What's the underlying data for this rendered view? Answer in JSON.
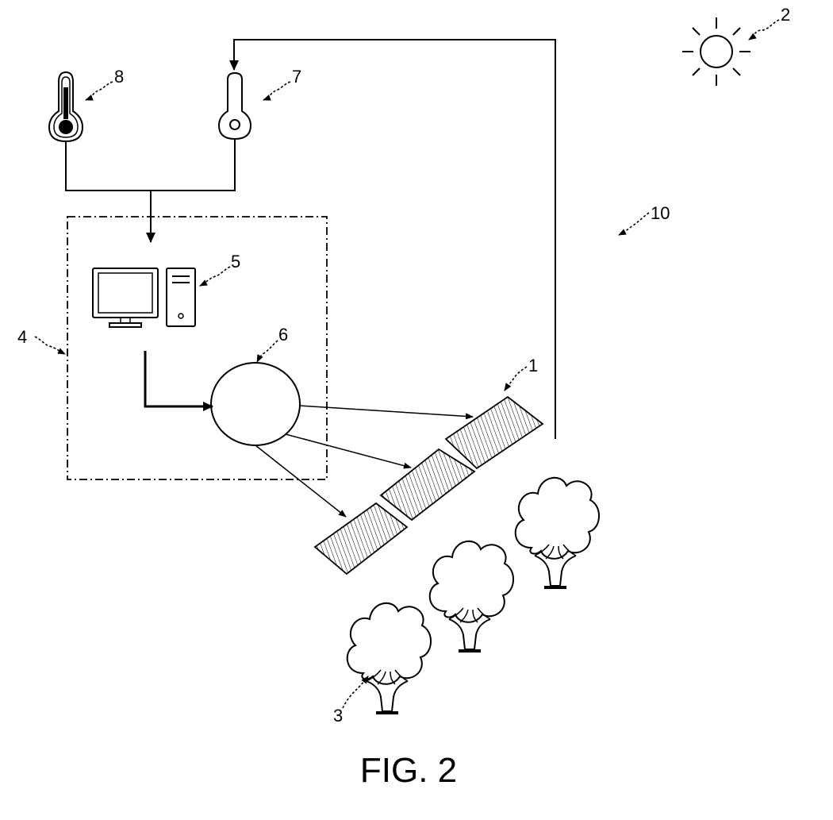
{
  "figure": {
    "caption": "FIG. 2",
    "labels": {
      "ref_1": "1",
      "ref_2": "2",
      "ref_3": "3",
      "ref_4": "4",
      "ref_5": "5",
      "ref_6": "6",
      "ref_7": "7",
      "ref_8": "8",
      "ref_10": "10"
    }
  },
  "icons": {
    "sun": "sun-icon",
    "thermometer_8": "thermometer-icon",
    "thermometer_7": "thermometer-icon",
    "monitor": "monitor-icon",
    "computer_tower": "computer-tower-icon",
    "controller": "ellipse-node",
    "solar_panels": "solar-panel-icon",
    "plants": "tree-icon"
  },
  "colors": {
    "ink": "#000000",
    "paper": "#ffffff"
  }
}
